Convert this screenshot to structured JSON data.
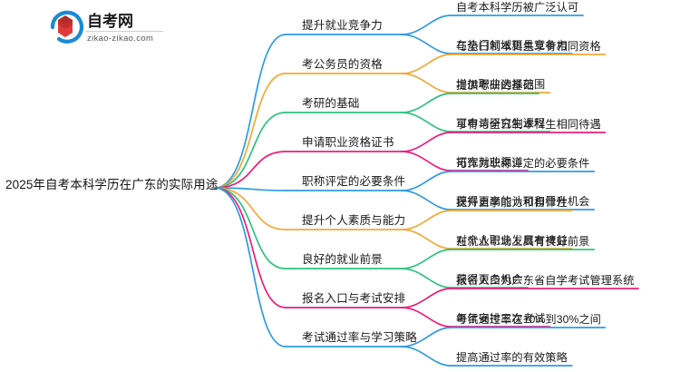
{
  "logo": {
    "brand_name": "自考网",
    "domain": "zikao-zikao.com",
    "mark_colors": {
      "arc": "#1b8ad6",
      "cap": "#e03a3a",
      "cap_dark": "#b52a2a"
    }
  },
  "palette": {
    "blue": "#2f9be4",
    "orange": "#f2a935",
    "green": "#2ec27e",
    "pink": "#ec1f7a",
    "text": "#1a1a1a"
  },
  "central": {
    "label": "2025年自考本科学历在广东的实际用途"
  },
  "branches": [
    {
      "label": "提升就业竞争力",
      "color": "#2f9be4",
      "color_name": "blue",
      "children": [
        "自考本科学历被广泛认可",
        "在热门领域更具竞争力"
      ]
    },
    {
      "label": "考公务员的资格",
      "color": "#f2a935",
      "color_name": "orange",
      "children": [
        "与全日制本科生享有相同资格",
        "增加职业选择范围"
      ]
    },
    {
      "label": "考研的基础",
      "color": "#2ec27e",
      "color_name": "green",
      "children": [
        "提供考研的基础",
        "可申请研究生课程"
      ]
    },
    {
      "label": "申请职业资格证书",
      "color": "#ec1f7a",
      "color_name": "pink",
      "children": [
        "享有与全日制本科生相同待遇",
        "拓宽就业渠道"
      ]
    },
    {
      "label": "职称评定的必要条件",
      "color": "#2f9be4",
      "color_name": "blue",
      "children": [
        "可作为职称评定的必要条件",
        "获得更高的认可和晋升机会"
      ]
    },
    {
      "label": "提升个人素质与能力",
      "color": "#f2a935",
      "color_name": "orange",
      "children": [
        "提升自学能力和自律性",
        "对个人职业发展有裨益"
      ]
    },
    {
      "label": "良好的就业前景",
      "color": "#2ec27e",
      "color_name": "green",
      "children": [
        "在就业市场上具有良好前景",
        "获得更多机会"
      ]
    },
    {
      "label": "报名入口与考试安排",
      "color": "#ec1f7a",
      "color_name": "pink",
      "children": [
        "报名入口为广东省自学考试管理系统",
        "每年安排三次考试"
      ]
    },
    {
      "label": "考试通过率与学习策略",
      "color": "#2f9be4",
      "color_name": "blue",
      "children": [
        "考试通过率在10%到30%之间",
        "提高通过率的有效策略"
      ]
    }
  ]
}
